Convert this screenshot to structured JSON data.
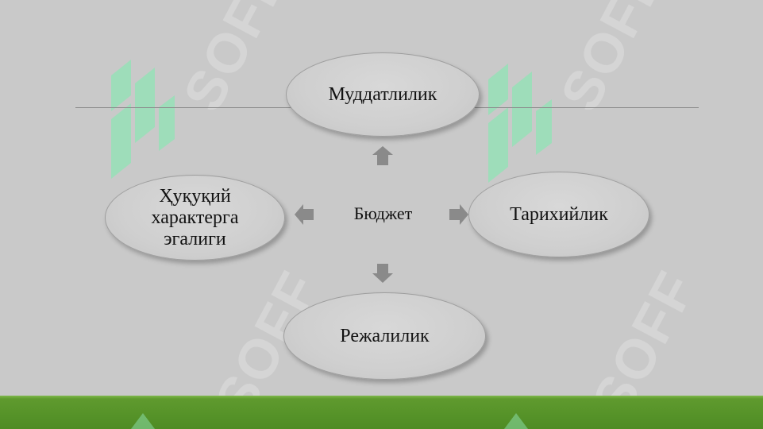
{
  "diagram": {
    "center": "Бюджет",
    "nodes": {
      "top": "Муддатлилик",
      "right": "Тарихийлик",
      "bottom": "Режалилик",
      "left_lines": [
        "Ҳуқуқий",
        "характерга",
        "эгалиги"
      ]
    }
  },
  "watermark": {
    "text": "SOFF",
    "color": "#8fe3b4"
  },
  "colors": {
    "background": "#c9c9c9",
    "arrow": "#8a8a8a",
    "footer_bar": "#4e8c24"
  }
}
